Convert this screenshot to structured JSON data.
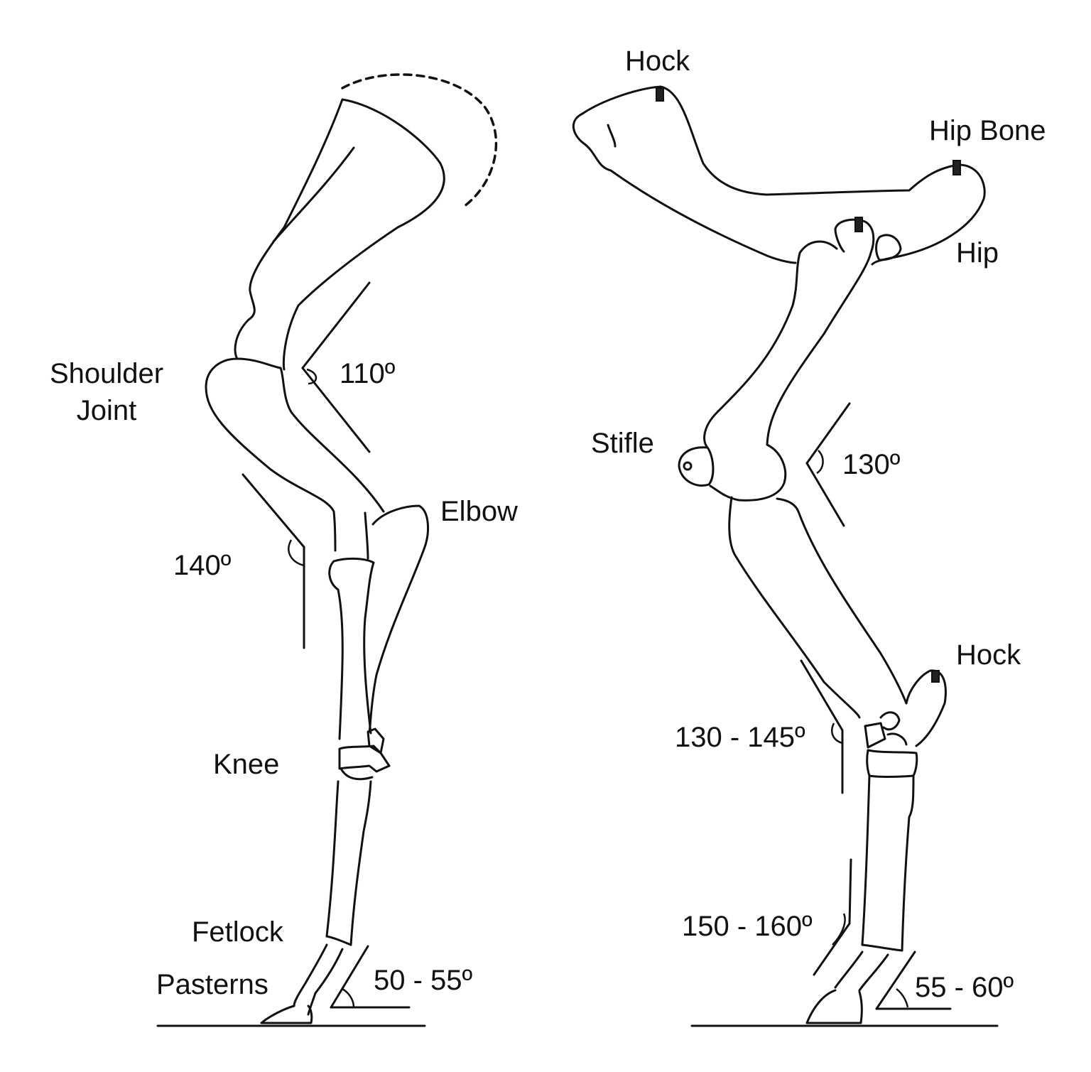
{
  "foreleg": {
    "labels": {
      "shoulder_joint_1": "Shoulder",
      "shoulder_joint_2": "Joint",
      "elbow": "Elbow",
      "knee": "Knee",
      "fetlock": "Fetlock",
      "pasterns": "Pasterns"
    },
    "angles": {
      "shoulder": "110º",
      "elbow": "140º",
      "hoof": "50 - 55º"
    }
  },
  "hindleg": {
    "labels": {
      "hock_top": "Hock",
      "hip_bone": "Hip Bone",
      "hip": "Hip",
      "stifle": "Stifle",
      "hock": "Hock"
    },
    "angles": {
      "stifle": "130º",
      "hock": "130 - 145º",
      "fetlock": "150 - 160º",
      "hoof": "55 - 60º"
    }
  }
}
